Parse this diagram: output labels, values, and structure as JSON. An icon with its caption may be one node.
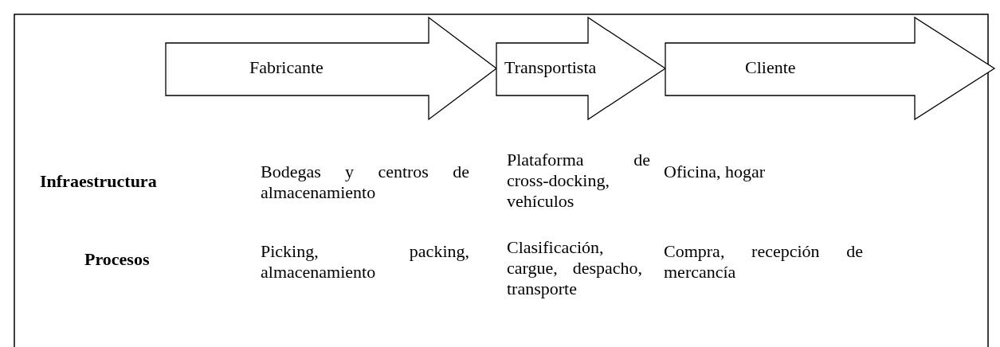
{
  "diagram": {
    "nodes": [
      {
        "text": [
          "Fabricante"
        ]
      },
      {
        "text": [
          "Transportista"
        ]
      },
      {
        "text": [
          "Cliente"
        ]
      }
    ],
    "labels": [
      "Infraestructura",
      "Bodegas y centros de almacenamiento",
      "Plataforma de cross-docking, vehículos",
      "Oficina, hogar",
      "Procesos",
      "Picking, packing, almacenamiento",
      "Clasificación, cargue, despacho, transporte",
      "Compra, recepción de mercancía"
    ]
  }
}
